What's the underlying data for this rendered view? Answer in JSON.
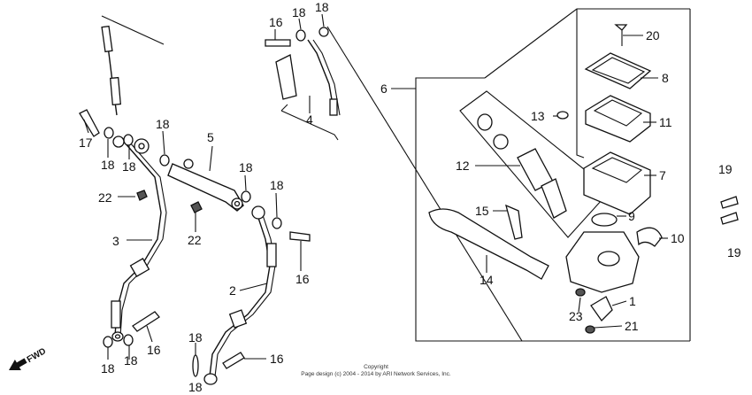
{
  "diagram": {
    "labels": {
      "p1": "1",
      "p2": "2",
      "p3": "3",
      "p4": "4",
      "p5": "5",
      "p6": "6",
      "p7": "7",
      "p8": "8",
      "p9": "9",
      "p10": "10",
      "p11": "11",
      "p12": "12",
      "p13": "13",
      "p14": "14",
      "p15": "15",
      "p16a": "16",
      "p16b": "16",
      "p16c": "16",
      "p16d": "16",
      "p17": "17",
      "p18a": "18",
      "p18b": "18",
      "p18c": "18",
      "p18d": "18",
      "p18e": "18",
      "p18f": "18",
      "p18g": "18",
      "p18h": "18",
      "p18i": "18",
      "p18j": "18",
      "p18k": "18",
      "p19a": "19",
      "p19b": "19",
      "p20": "20",
      "p21": "21",
      "p22a": "22",
      "p22b": "22",
      "p23": "23"
    },
    "fwd": "FWD",
    "copyright_line1": "Copyright",
    "copyright_line2": "Page design (c) 2004 - 2014 by ARI Network Services, Inc."
  }
}
